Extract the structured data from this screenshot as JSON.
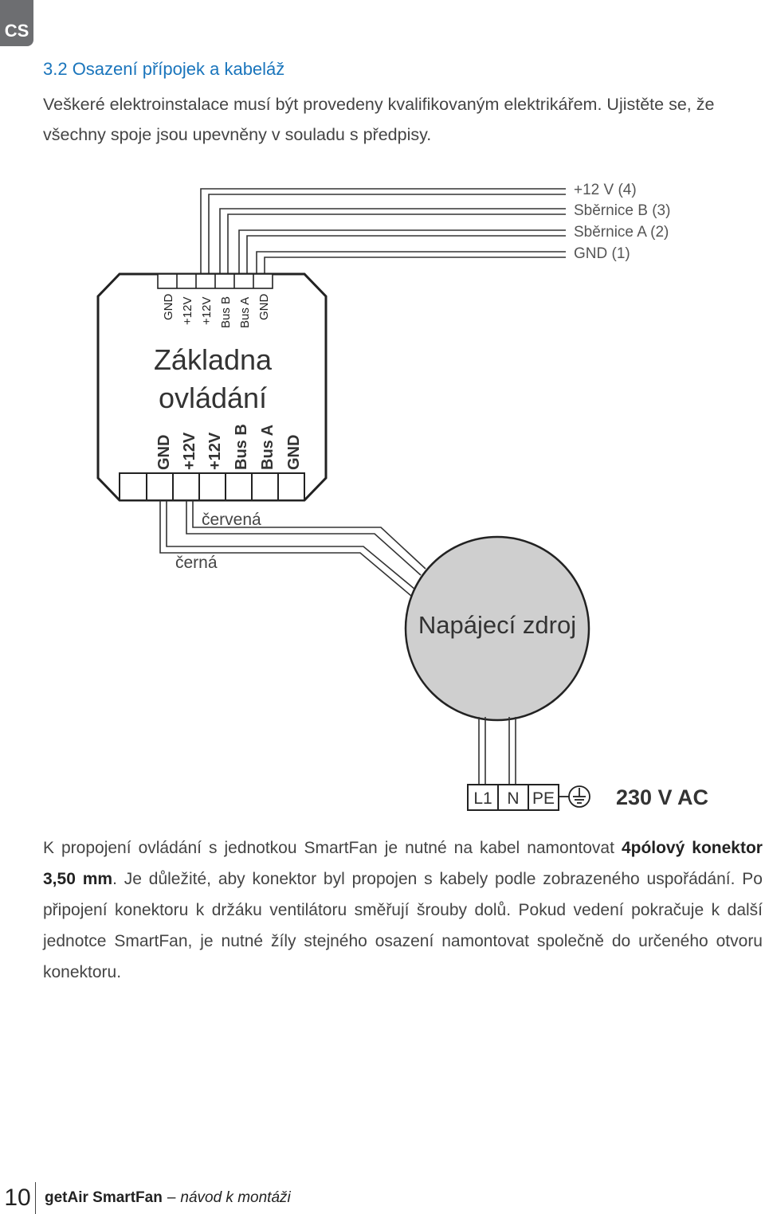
{
  "lang_badge": "CS",
  "section": {
    "heading": "3.2 Osazení přípojek a kabeláž",
    "intro": "Veškeré elektroinstalace musí být provedeny kvalifikovaným elektrikářem. Ujistěte se, že všechny spoje jsou upevněny v souladu s předpisy."
  },
  "diagram": {
    "bus_labels": [
      "+12 V  (4)",
      "Sběrnice B (3)",
      "Sběrnice A (2)",
      "GND   (1)"
    ],
    "top_pins": [
      "GND",
      "+12V",
      "+12V",
      "Bus B",
      "Bus A",
      "GND"
    ],
    "board_title_line1": "Základna",
    "board_title_line2": "ovládání",
    "bottom_pins": [
      "GND",
      "+12V",
      "+12V",
      "Bus B",
      "Bus A",
      "GND"
    ],
    "wire_red": "červená",
    "wire_black": "černá",
    "power_supply": "Napájecí zdroj",
    "terminals": [
      "L1",
      "N",
      "PE"
    ],
    "mains": "230 V AC"
  },
  "body": {
    "p1_a": "K propojení ovládání s jednotkou SmartFan je nutné na kabel namontovat ",
    "p1_bold": "4pólový konektor 3,50 mm",
    "p1_b": ". Je důležité, aby konektor byl propojen s kabely podle zobrazeného uspořádání. Po připojení konektoru k držáku ventilátoru směřují šrouby dolů. Pokud vedení pokračuje k další jednotce SmartFan, je nutné žíly stejného osazení namontovat společně do určeného otvoru konektoru."
  },
  "footer": {
    "page": "10",
    "brand": "getAir SmartFan",
    "dash": "–",
    "subtitle": "návod k montáži"
  }
}
